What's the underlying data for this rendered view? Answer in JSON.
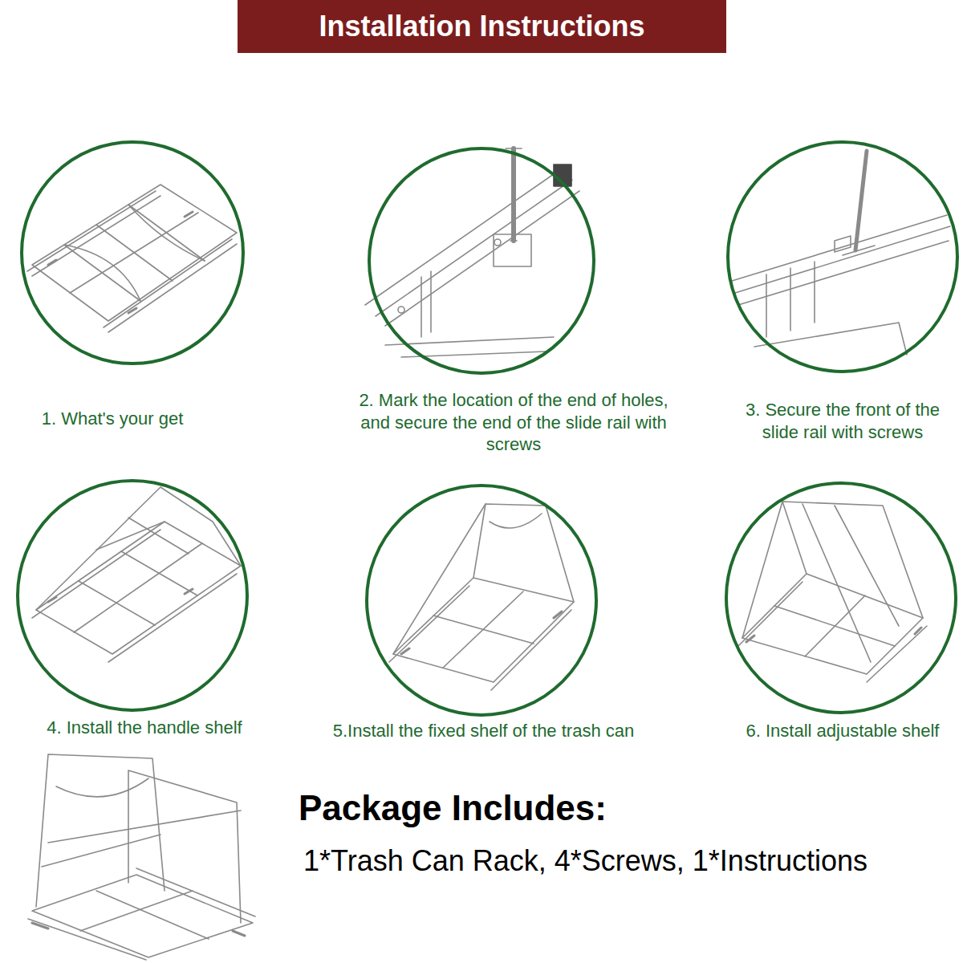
{
  "diagram": {
    "title": "Installation Instructions",
    "nodes": [
      {
        "text": [
          "1. What's your get"
        ]
      },
      {
        "text": [
          "2. Mark the location of the end of holes, and secure the end of the slide rail with screws"
        ]
      },
      {
        "text": [
          "3. Secure the front of the slide rail with screws"
        ]
      },
      {
        "text": [
          "4. Install the handle shelf"
        ]
      },
      {
        "text": [
          "5.Install the fixed shelf of the trash can"
        ]
      },
      {
        "text": [
          "6. Install adjustable shelf"
        ]
      }
    ],
    "labels": [
      "Package Includes:",
      "1*Trash Can Rack, 4*Screws, 1*Instructions"
    ]
  }
}
